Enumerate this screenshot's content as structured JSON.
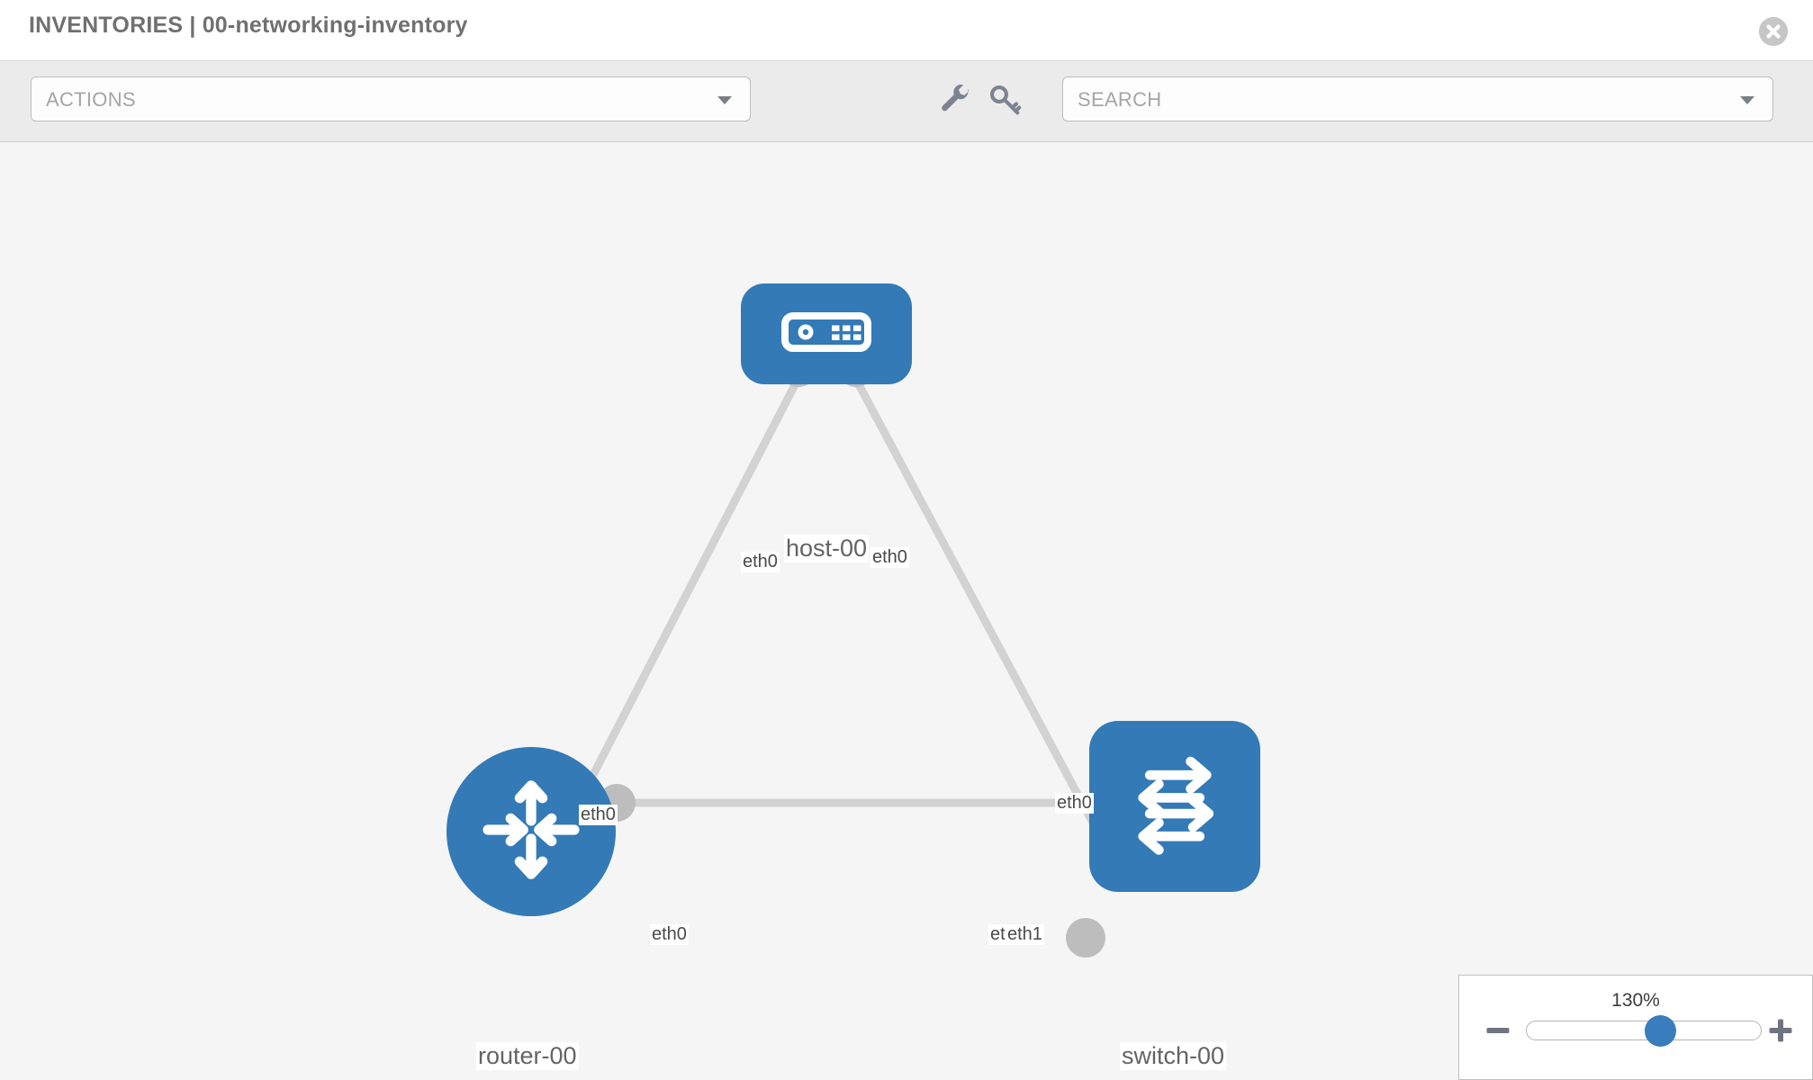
{
  "header": {
    "title": "INVENTORIES | 00-networking-inventory",
    "close_icon": "close-circle-icon"
  },
  "toolbar": {
    "actions_label": "ACTIONS",
    "actions_caret_icon": "chevron-down-icon",
    "wrench_icon": "wrench-icon",
    "key_icon": "key-icon",
    "search_placeholder": "SEARCH",
    "search_value": "SEARCH",
    "search_caret_icon": "chevron-down-icon"
  },
  "topology": {
    "nodes": [
      {
        "id": "host-00",
        "label": "host-00",
        "shape": "rounded-rect",
        "icon": "server-icon"
      },
      {
        "id": "router-00",
        "label": "router-00",
        "shape": "circle",
        "icon": "router-arrows-icon"
      },
      {
        "id": "switch-00",
        "label": "switch-00",
        "shape": "rounded-square",
        "icon": "switch-arrows-icon"
      }
    ],
    "interfaces": {
      "host_left": "eth0",
      "host_right": "eth0",
      "router_up": "eth0",
      "switch_up": "eth0",
      "router_right": "eth0",
      "switch_left_under": "eth0",
      "switch_left": "eth1"
    },
    "colors": {
      "node": "#337ab7",
      "socket": "#bdbdbd",
      "link": "#d2d2d2",
      "canvas": "#f5f5f5"
    }
  },
  "zoom_control": {
    "percent": "130%",
    "minus_icon": "minus-icon",
    "plus_icon": "plus-icon",
    "slider_value": 130
  }
}
